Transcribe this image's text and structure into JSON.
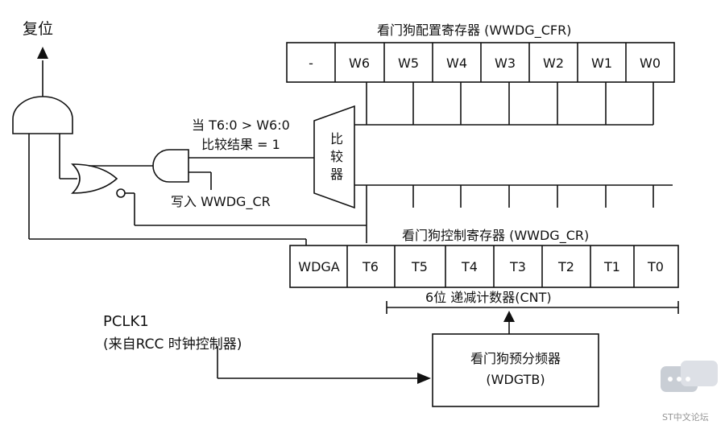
{
  "reset_label": "复位",
  "cfr": {
    "title": "看门狗配置寄存器 (WWDG_CFR)",
    "bits": [
      "-",
      "W6",
      "W5",
      "W4",
      "W3",
      "W2",
      "W1",
      "W0"
    ]
  },
  "cr": {
    "title": "看门狗控制寄存器 (WWDG_CR)",
    "bits": [
      "WDGA",
      "T6",
      "T5",
      "T4",
      "T3",
      "T2",
      "T1",
      "T0"
    ]
  },
  "comparator": {
    "label_chars": [
      "比",
      "较",
      "器"
    ],
    "condition_line1": "当 T6:0 > W6:0",
    "condition_line2": "比较结果 = 1"
  },
  "write_label": "写入 WWDG_CR",
  "counter_label": "6位 递减计数器(CNT)",
  "pclk": {
    "line1": "PCLK1",
    "line2": "(来自RCC 时钟控制器)"
  },
  "prescaler": {
    "line1": "看门狗预分频器",
    "line2": "(WDGTB)"
  },
  "watermark": "ST中文论坛"
}
